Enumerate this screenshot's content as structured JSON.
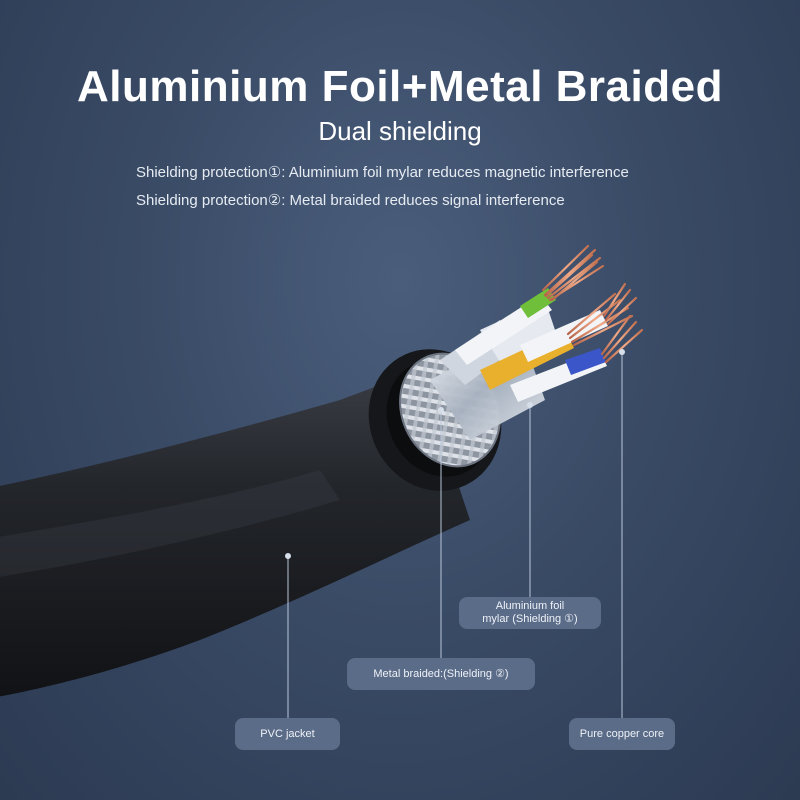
{
  "header": {
    "title": "Aluminium Foil+Metal Braided",
    "subtitle": "Dual shielding"
  },
  "descriptions": [
    "Shielding protection①: Aluminium foil mylar reduces magnetic interference",
    "Shielding protection②: Metal braided reduces signal interference"
  ],
  "labels": {
    "pvc_jacket": "PVC jacket",
    "metal_braided": "Metal braided:(Shielding ②)",
    "foil_line1": "Aluminium foil",
    "foil_line2": "mylar (Shielding ①)",
    "copper_core": "Pure copper core"
  },
  "colors": {
    "background": "#3a4b66",
    "label_bg": "#5b6c88",
    "jacket": "#1c1e22",
    "copper": "#d9886a",
    "conductor_green": "#6fbf3a",
    "conductor_orange": "#e8b02c",
    "conductor_blue": "#3b56c8",
    "leader_line": "#b9c6d9"
  }
}
